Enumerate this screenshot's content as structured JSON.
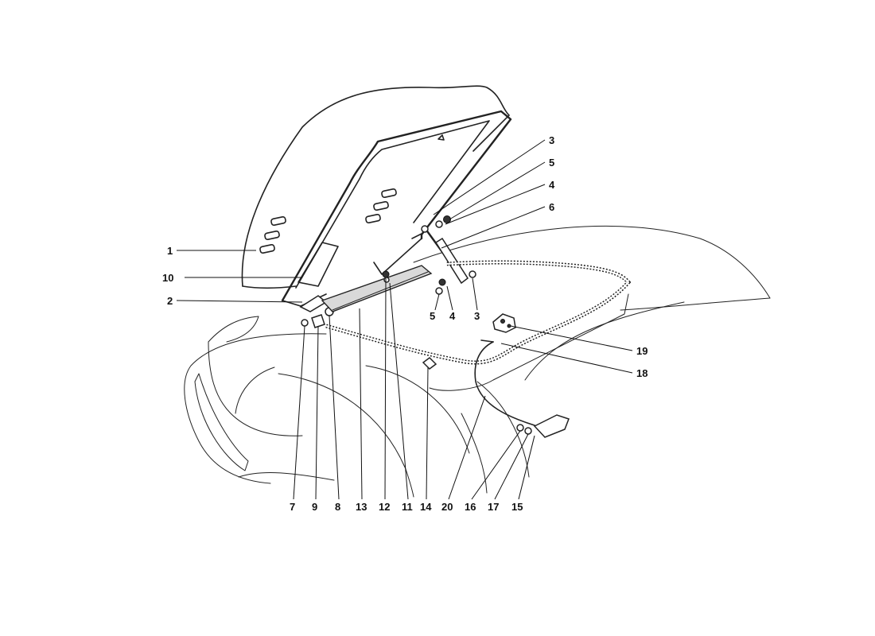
{
  "diagram": {
    "callouts": [
      {
        "id": "1",
        "text": "1"
      },
      {
        "id": "10",
        "text": "10"
      },
      {
        "id": "2",
        "text": "2"
      },
      {
        "id": "3a",
        "text": "3"
      },
      {
        "id": "5a",
        "text": "5"
      },
      {
        "id": "4a",
        "text": "4"
      },
      {
        "id": "6",
        "text": "6"
      },
      {
        "id": "5b",
        "text": "5"
      },
      {
        "id": "4b",
        "text": "4"
      },
      {
        "id": "3b",
        "text": "3"
      },
      {
        "id": "19",
        "text": "19"
      },
      {
        "id": "18",
        "text": "18"
      },
      {
        "id": "7",
        "text": "7"
      },
      {
        "id": "9",
        "text": "9"
      },
      {
        "id": "8",
        "text": "8"
      },
      {
        "id": "13",
        "text": "13"
      },
      {
        "id": "12",
        "text": "12"
      },
      {
        "id": "11",
        "text": "11"
      },
      {
        "id": "14",
        "text": "14"
      },
      {
        "id": "20",
        "text": "20"
      },
      {
        "id": "16",
        "text": "16"
      },
      {
        "id": "17",
        "text": "17"
      },
      {
        "id": "15",
        "text": "15"
      }
    ]
  }
}
